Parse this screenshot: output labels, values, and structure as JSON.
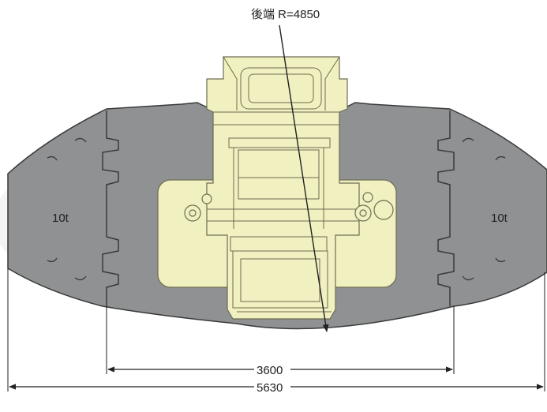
{
  "labels": {
    "rear_radius": "後端 R=4850",
    "left_weight": "10t",
    "right_weight": "10t",
    "inner_dimension": "3600",
    "outer_dimension": "5630"
  },
  "colors": {
    "counterweight_fill": "#8f9192",
    "counterweight_stroke": "#3a3a3a",
    "machine_fill": "#f1f0c0",
    "machine_stroke": "#6d6d52",
    "line": "#222222",
    "background": "#ffffff"
  }
}
